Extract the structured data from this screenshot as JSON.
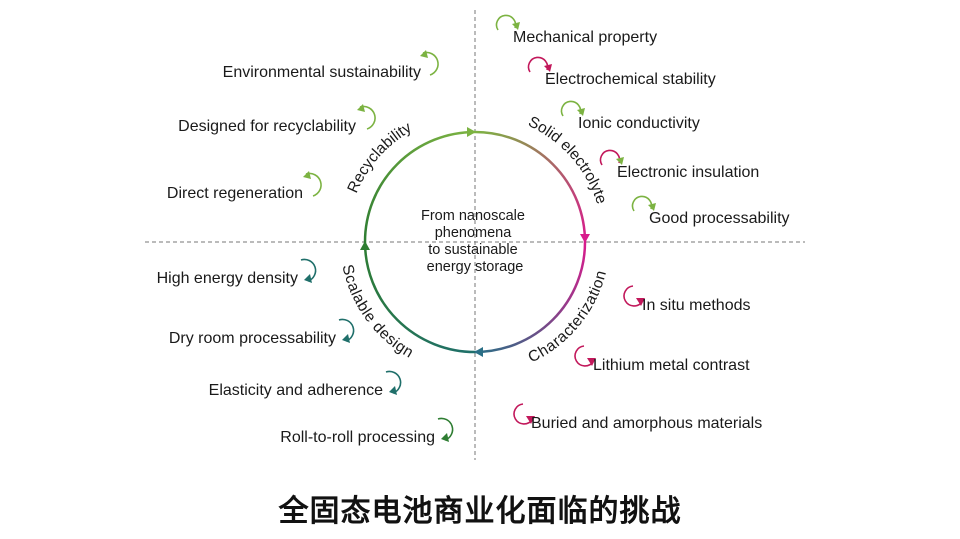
{
  "center_text": [
    "From nanoscale",
    "phenomena",
    "to sustainable",
    "energy storage"
  ],
  "arc_labels": {
    "recyclability": "Recyclability",
    "solid_electrolyte": "Solid electrolyte",
    "characterization": "Characterization",
    "scalable_design": "Scalable design"
  },
  "colors": {
    "green": "#7cb342",
    "pink": "#d81b8c",
    "teal": "#1f6f6a",
    "dark_green": "#2e7d32",
    "divider": "#777777"
  },
  "quadrants": {
    "solid_electrolyte": {
      "items": [
        "Mechanical property",
        "Electrochemical stability",
        "Ionic conductivity",
        "Electronic insulation",
        "Good processability"
      ]
    },
    "recyclability": {
      "items": [
        "Environmental sustainability",
        "Designed for recyclability",
        "Direct regeneration"
      ]
    },
    "characterization": {
      "items": [
        "In situ methods",
        "Lithium metal contrast",
        "Buried and amorphous materials"
      ]
    },
    "scalable_design": {
      "items": [
        "High energy density",
        "Dry room processability",
        "Elasticity and adherence",
        "Roll-to-roll processing"
      ]
    }
  },
  "caption": "全固态电池商业化面临的挑战"
}
